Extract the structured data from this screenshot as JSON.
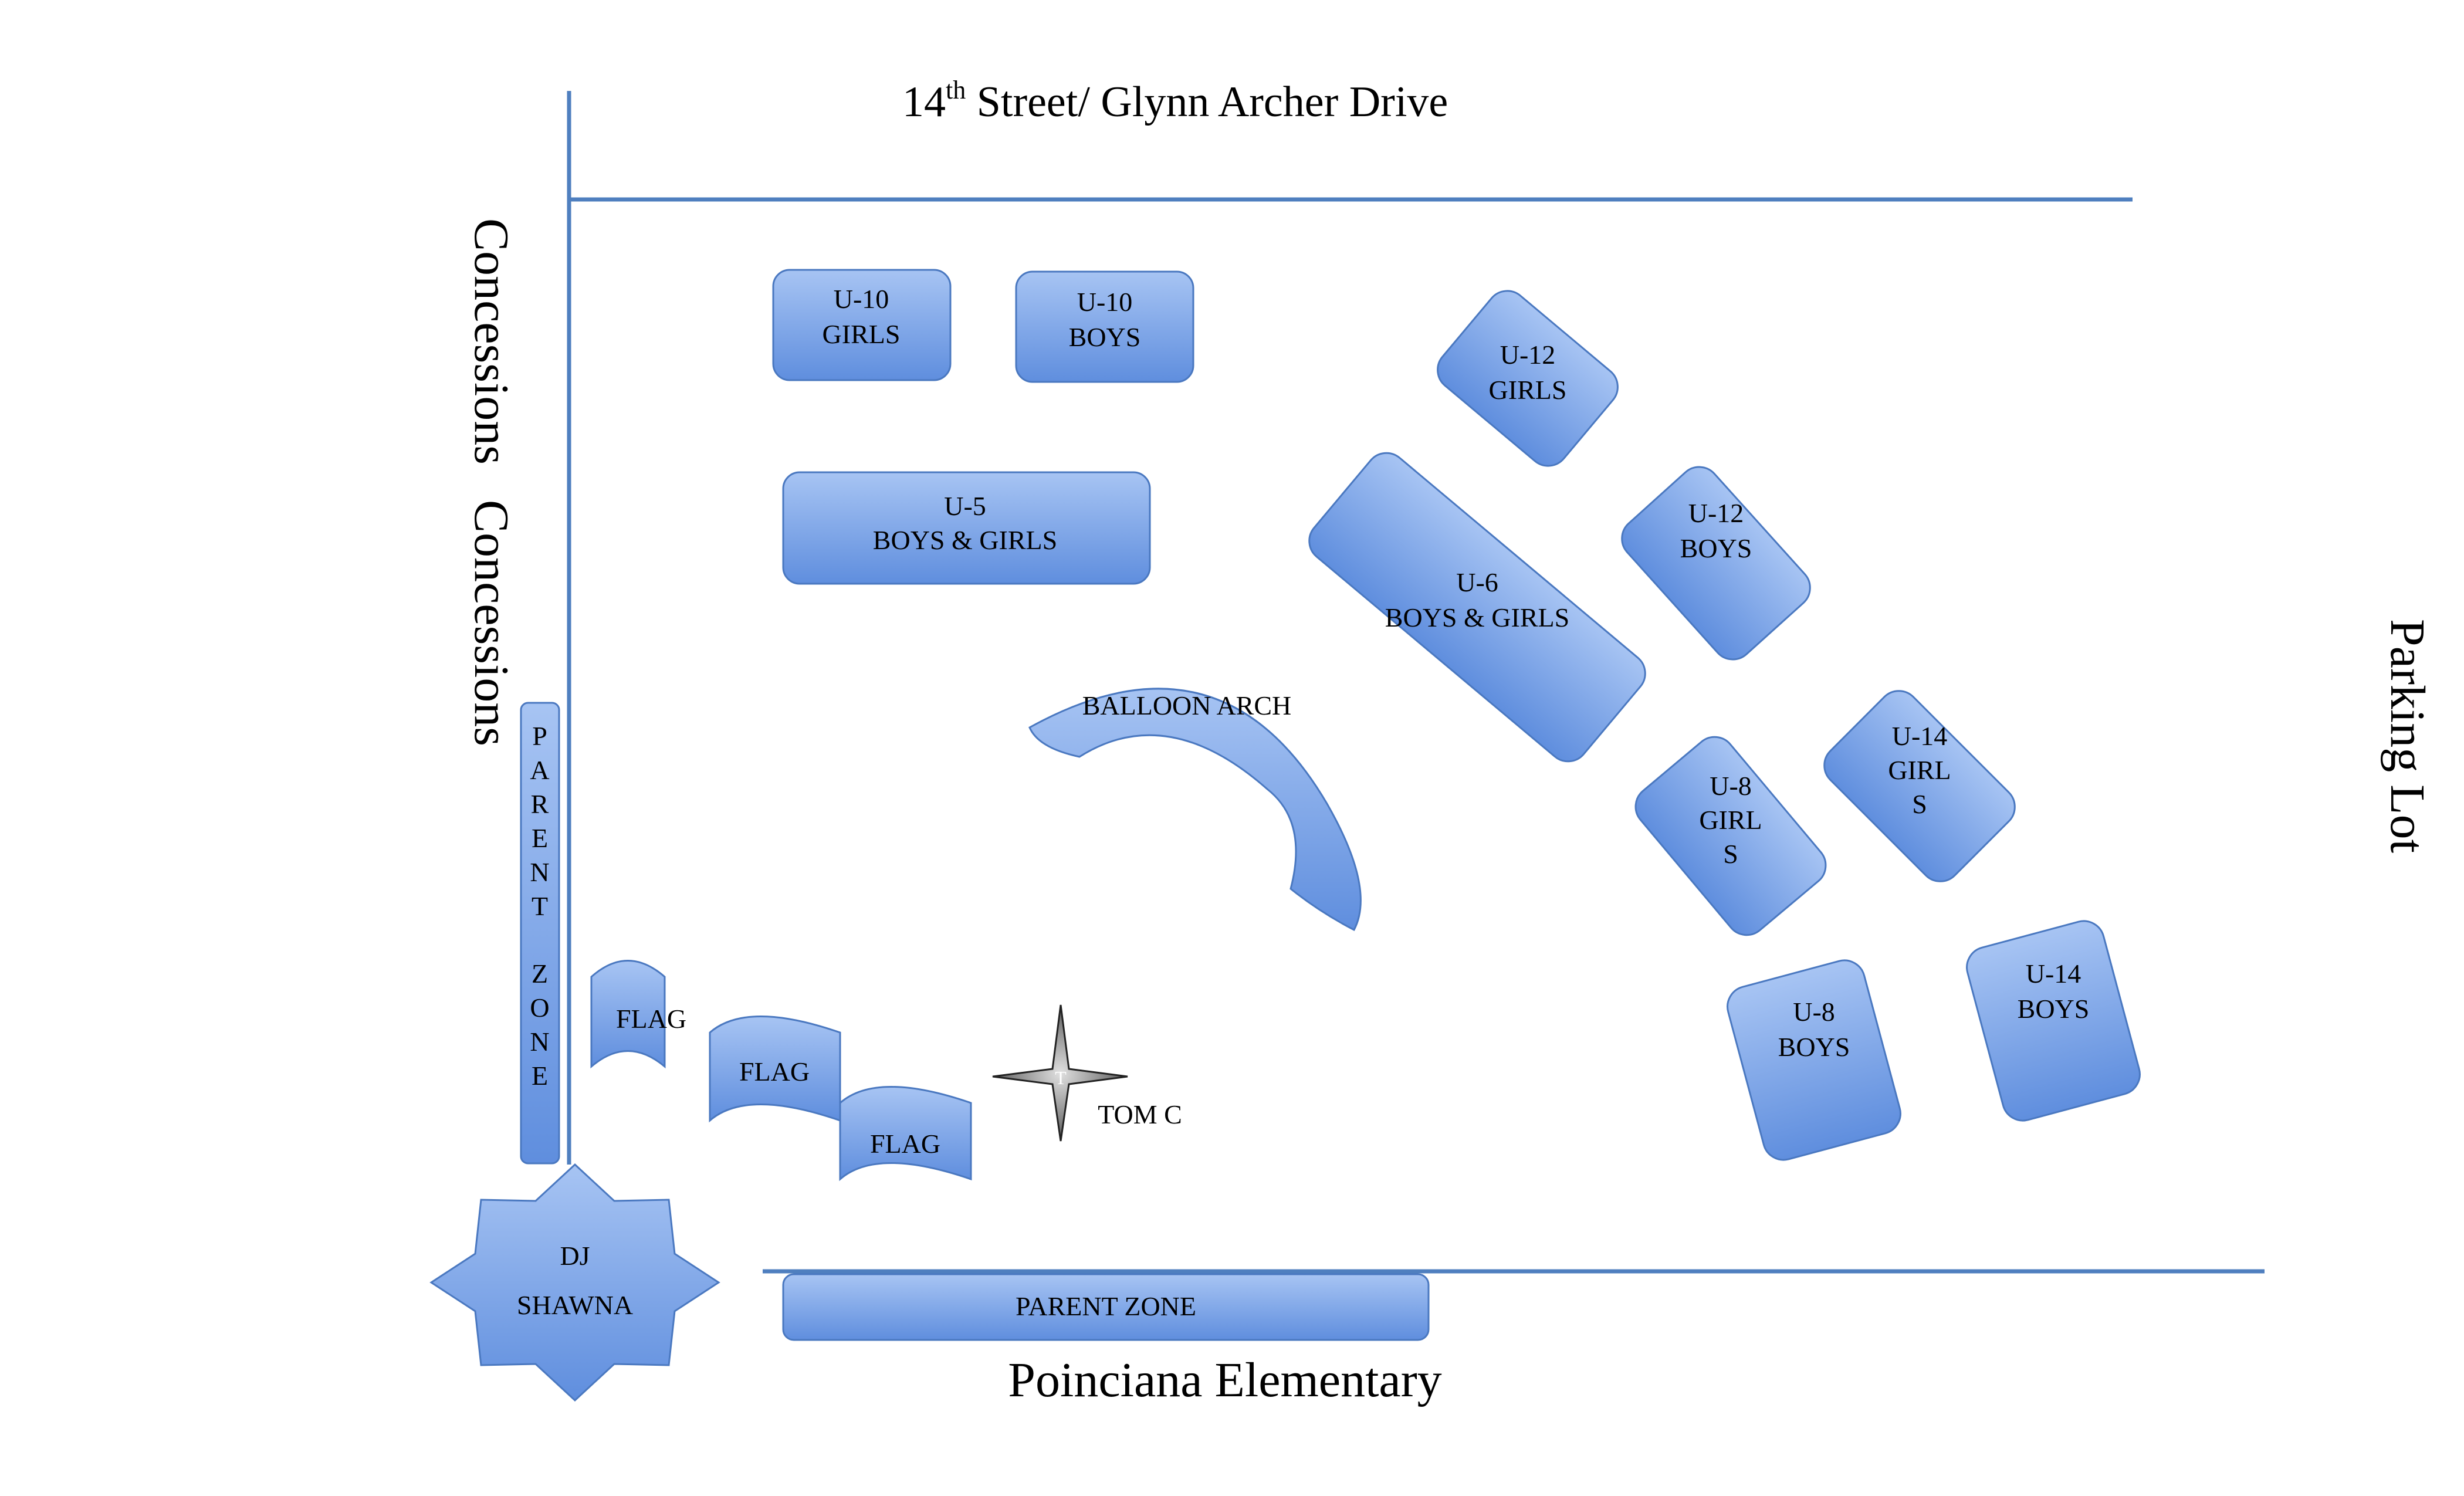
{
  "colors": {
    "road": "#4f7fbf",
    "field_fill": "#7ea6e8",
    "field_stroke": "#4a78c0",
    "text": "#000000"
  },
  "street": {
    "main": "14",
    "sup": "th",
    "rest": " Street/ Glynn Archer Drive"
  },
  "concessions": [
    "Concessions",
    "Concessions"
  ],
  "parking_lot": "Parking Lot",
  "school": "Poinciana Elementary",
  "parent_zone_vertical": [
    "P",
    "A",
    "R",
    "E",
    "N",
    "T",
    "Z",
    "O",
    "N",
    "E"
  ],
  "parent_zone_bottom": "PARENT ZONE",
  "dj": [
    "DJ",
    "SHAWNA"
  ],
  "balloon_arch": "BALLOON ARCH",
  "compass_letter": "T",
  "tom": "TOM C",
  "flags": [
    "FLAG",
    "FLAG",
    "FLAG"
  ],
  "fields": {
    "u10_girls": [
      "U-10",
      "GIRLS"
    ],
    "u10_boys": [
      "U-10",
      "BOYS"
    ],
    "u5": [
      "U-5",
      "BOYS & GIRLS"
    ],
    "u12_girls": [
      "U-12",
      "GIRLS"
    ],
    "u6": [
      "U-6",
      "BOYS & GIRLS"
    ],
    "u12_boys": [
      "U-12",
      "BOYS"
    ],
    "u8_girls": [
      "U-8",
      "GIRL",
      "S"
    ],
    "u14_girls": [
      "U-14",
      "GIRL",
      "S"
    ],
    "u8_boys": [
      "U-8",
      "BOYS"
    ],
    "u14_boys": [
      "U-14",
      "BOYS"
    ]
  }
}
